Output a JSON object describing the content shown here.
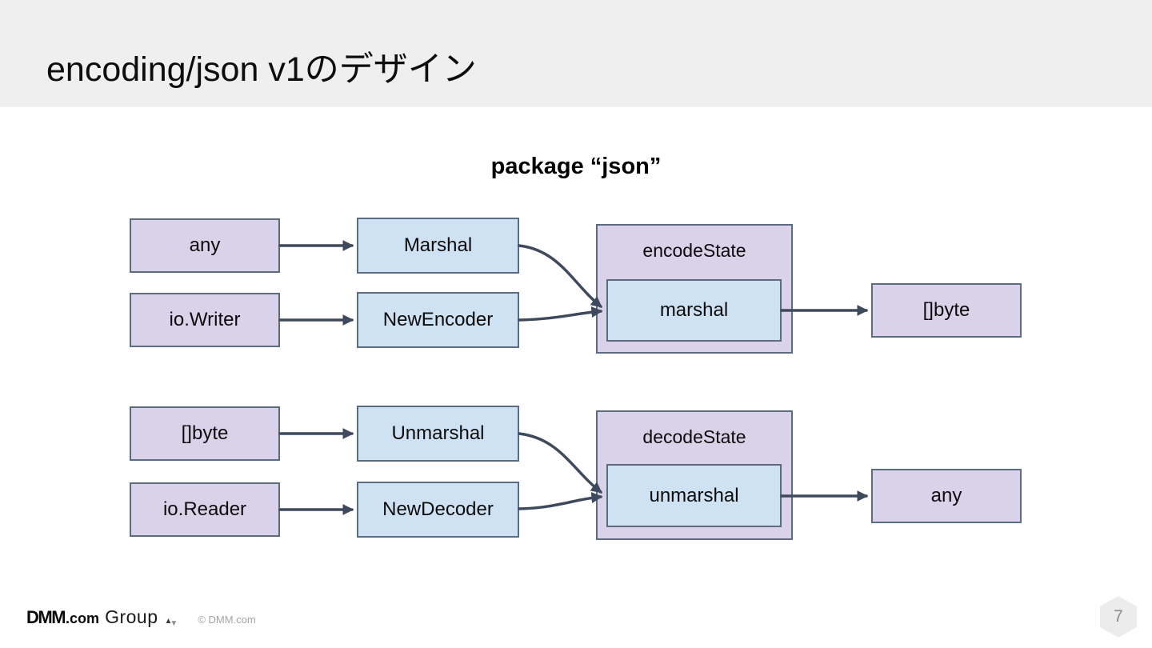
{
  "slide": {
    "title": "encoding/json v1のデザイン",
    "heading": "package “json”",
    "page_number": "7"
  },
  "footer": {
    "brand_dmm": "DMM",
    "brand_com": ".com",
    "brand_group": "Group",
    "brand_mark_up": "▲",
    "brand_mark_down": "▼",
    "copyright": "© DMM.com"
  },
  "diagram": {
    "encode_row": {
      "input_top": "any",
      "input_bottom": "io.Writer",
      "fn_top": "Marshal",
      "fn_bottom": "NewEncoder",
      "state_label": "encodeState",
      "state_inner": "marshal",
      "output": "[]byte"
    },
    "decode_row": {
      "input_top": "[]byte",
      "input_bottom": "io.Reader",
      "fn_top": "Unmarshal",
      "fn_bottom": "NewDecoder",
      "state_label": "decodeState",
      "state_inner": "unmarshal",
      "output": "any"
    },
    "colors": {
      "purple_fill": "#d9d2e9",
      "blue_fill": "#cfe2f3",
      "box_border": "#5c6b7f",
      "arrow": "#3e4a5c",
      "header_band": "#efefef"
    }
  }
}
